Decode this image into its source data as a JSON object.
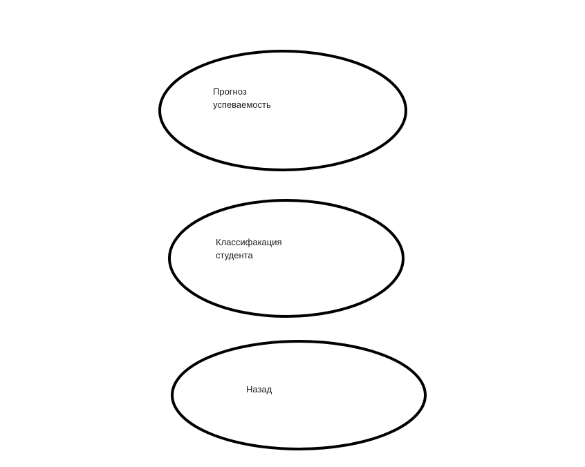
{
  "menu": {
    "items": [
      {
        "id": "forecast",
        "lines": [
          "Прогноз",
          "успеваемость"
        ]
      },
      {
        "id": "classify",
        "lines": [
          "Классифакация",
          "студента"
        ]
      },
      {
        "id": "back",
        "lines": [
          "Назад"
        ]
      }
    ]
  },
  "colors": {
    "stroke": "#000000",
    "fill": "#ffffff",
    "text": "#1a1a1a"
  }
}
